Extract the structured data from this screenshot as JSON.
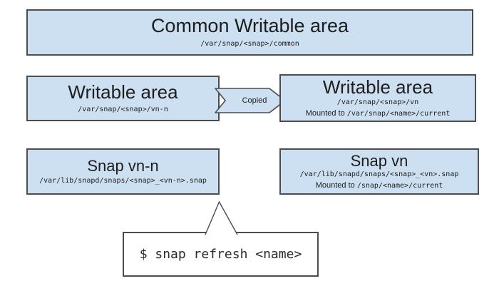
{
  "diagram": {
    "colors": {
      "bg": "#ffffff",
      "box_fill": "#cde0f1",
      "box_border": "#4d4d4d",
      "text": "#1d1d1d"
    },
    "boxes": {
      "common": {
        "title": "Common Writable area",
        "path": "/var/snap/<snap>/common"
      },
      "writable_old": {
        "title": "Writable area",
        "path": "/var/snap/<snap>/vn-n"
      },
      "writable_new": {
        "title": "Writable area",
        "path": "/var/snap/<snap>/vn",
        "mounted_prefix": "Mounted to ",
        "mounted_path": "/var/snap/<name>/current"
      },
      "snap_old": {
        "title": "Snap vn-n",
        "path": "/var/lib/snapd/snaps/<snap>_<vn-n>.snap"
      },
      "snap_new": {
        "title": "Snap vn",
        "path": "/var/lib/snapd/snaps/<snap>_<vn>.snap",
        "mounted_prefix": "Mounted to ",
        "mounted_path": "/snap/<name>/current"
      },
      "command": {
        "text": "$ snap refresh <name>"
      }
    },
    "connectors": {
      "copied_label": "Copied"
    }
  }
}
